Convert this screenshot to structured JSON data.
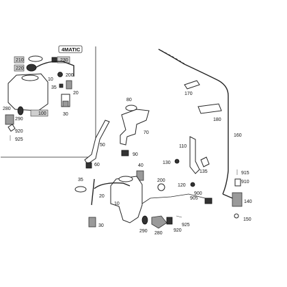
{
  "inset": {
    "badge_text": "4MATIC",
    "labels": {
      "p210": "210",
      "p230": "230",
      "p220": "220",
      "p200": "200",
      "p10": "10",
      "p35": "35",
      "p20": "20",
      "p280": "280",
      "p290": "290",
      "p100": "100",
      "p30": "30",
      "p920": "920",
      "p925": "925"
    }
  },
  "main": {
    "labels": {
      "p170": "170",
      "p180": "180",
      "p160": "160",
      "p80": "80",
      "p70": "70",
      "p50": "50",
      "p90": "90",
      "p60": "60",
      "p40": "40",
      "p110": "110",
      "p130": "130",
      "p135": "135",
      "p915": "915",
      "p910": "910",
      "p35": "35",
      "p200": "200",
      "p120": "120",
      "p20": "20",
      "p900": "900",
      "p905": "905",
      "p140": "140",
      "p10": "10",
      "p150": "150",
      "p30": "30",
      "p290": "290",
      "p925": "925",
      "p280": "280",
      "p920": "920"
    }
  }
}
